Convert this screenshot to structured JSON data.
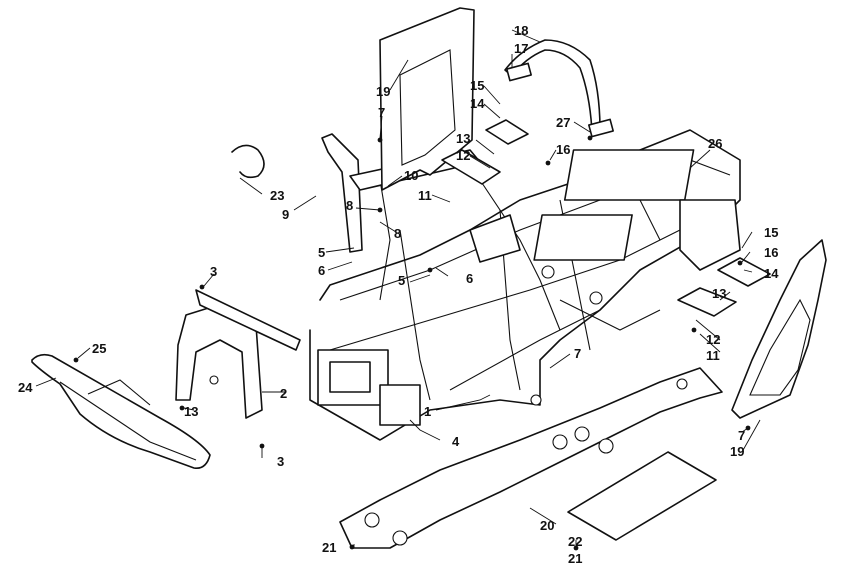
{
  "diagram": {
    "callouts": {
      "c1": "1",
      "c2": "2",
      "c3a": "3",
      "c3b": "3",
      "c4": "4",
      "c5a": "5",
      "c5b": "5",
      "c6a": "6",
      "c6b": "6",
      "c7a": "7",
      "c7b": "7",
      "c7c": "7",
      "c8a": "8",
      "c8b": "8",
      "c9": "9",
      "c10": "10",
      "c11a": "11",
      "c11b": "11",
      "c12a": "12",
      "c12b": "12",
      "c13a": "13",
      "c13b": "13",
      "c13c": "13",
      "c14a": "14",
      "c14b": "14",
      "c15a": "15",
      "c15b": "15",
      "c16a": "16",
      "c16b": "16",
      "c17": "17",
      "c18": "18",
      "c19a": "19",
      "c19b": "19",
      "c20": "20",
      "c21a": "21",
      "c21b": "21",
      "c22": "22",
      "c23": "23",
      "c24": "24",
      "c25": "25",
      "c26": "26",
      "c27": "27"
    }
  }
}
